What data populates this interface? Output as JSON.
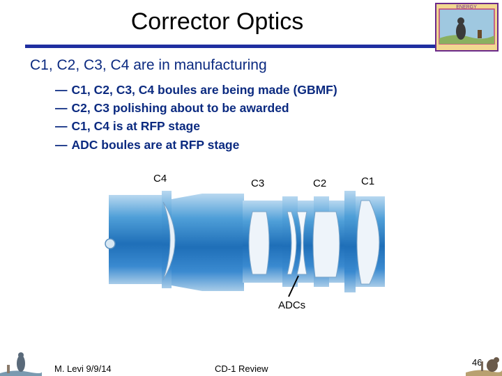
{
  "slide": {
    "title": "Corrector Optics",
    "main_bullet": "C1, C2, C3, C4 are in manufacturing",
    "sub_bullets": [
      "C1, C2, C3, C4 boules are being made (GBMF)",
      "C2, C3 polishing about to be awarded",
      "C1, C4 is at RFP stage",
      "ADC boules are at RFP stage"
    ],
    "dash": "—"
  },
  "figure": {
    "labels": {
      "c4": "C4",
      "c3": "C3",
      "c2": "C2",
      "c1": "C1",
      "adcs": "ADCs"
    }
  },
  "logo": {
    "text": "ENERGY"
  },
  "footer": {
    "author": "M. Levi 9/9/14",
    "event": "CD-1 Review",
    "page": "46"
  }
}
